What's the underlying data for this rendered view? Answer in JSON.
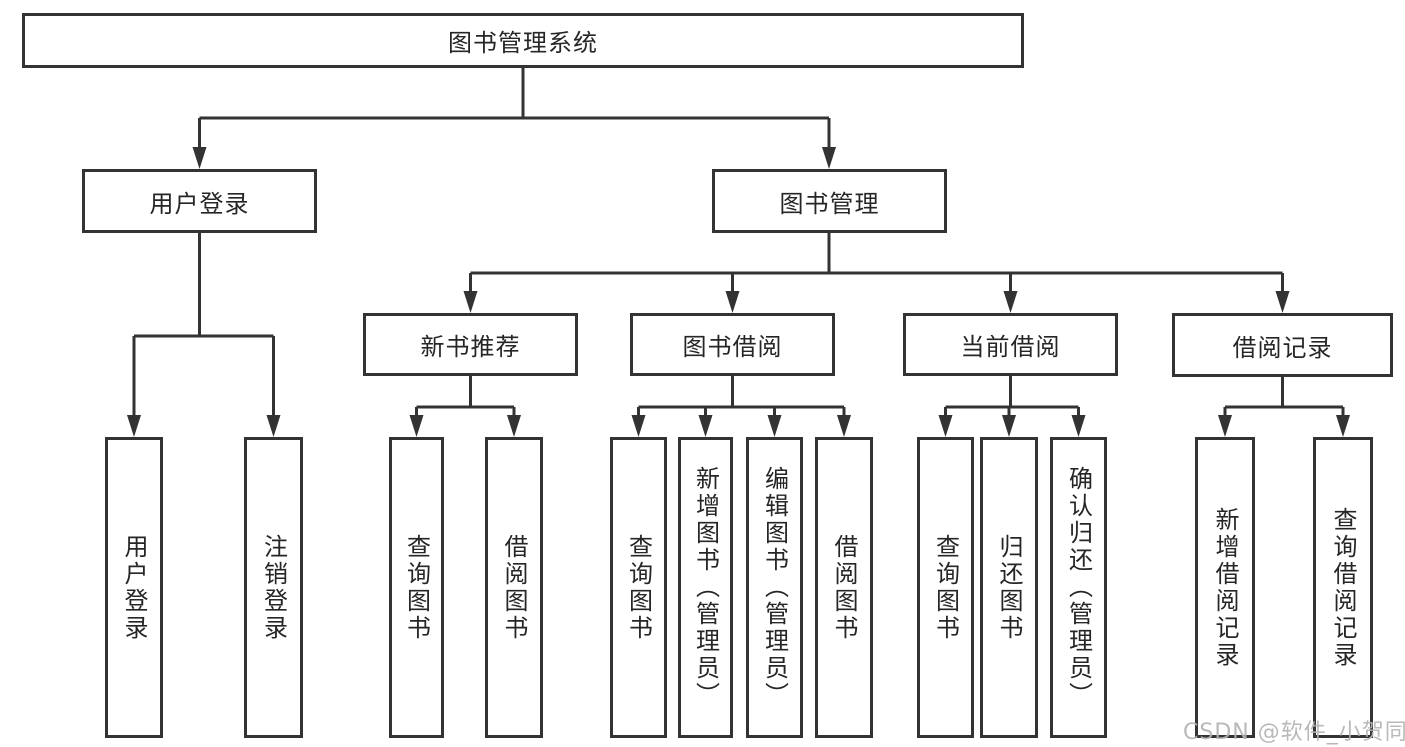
{
  "title": "图书管理系统",
  "watermark": "CSDN @软件_小贺同学",
  "colors": {
    "line": "#333333",
    "box_border": "#333333",
    "box_fill": "#ffffff",
    "text": "#262626",
    "background": "#ffffff",
    "watermark": "#b4b4b4"
  },
  "tree": {
    "root": "图书管理系统",
    "branches": [
      {
        "label": "用户登录",
        "children": [
          {
            "label": "用户登录"
          },
          {
            "label": "注销登录"
          }
        ]
      },
      {
        "label": "图书管理",
        "children": [
          {
            "label": "新书推荐",
            "children": [
              {
                "label": "查询图书"
              },
              {
                "label": "借阅图书"
              }
            ]
          },
          {
            "label": "图书借阅",
            "children": [
              {
                "label": "查询图书"
              },
              {
                "label": "新增图书（管理员）"
              },
              {
                "label": "编辑图书（管理员）"
              },
              {
                "label": "借阅图书"
              }
            ]
          },
          {
            "label": "当前借阅",
            "children": [
              {
                "label": "查询图书"
              },
              {
                "label": "归还图书"
              },
              {
                "label": "确认归还（管理员）"
              }
            ]
          },
          {
            "label": "借阅记录",
            "children": [
              {
                "label": "新增借阅记录"
              },
              {
                "label": "查询借阅记录"
              }
            ]
          }
        ]
      }
    ]
  }
}
